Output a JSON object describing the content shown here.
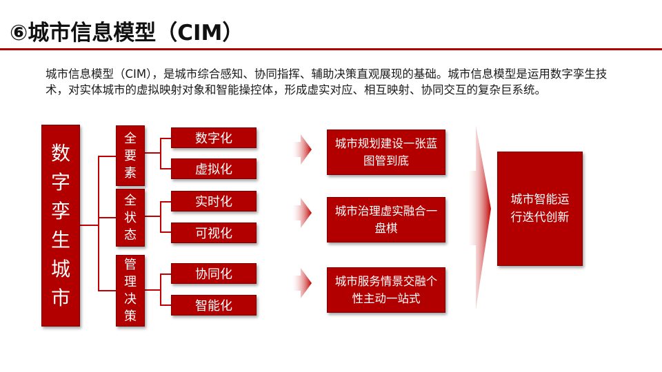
{
  "title": "⑥城市信息模型（CIM）",
  "intro": "城市信息模型（CIM），是城市综合感知、协同指挥、辅助决策直观展现的基础。城市信息模型是运用数字孪生技术，对实体城市的虚拟映射对象和智能操控体，形成虚实对应、相互映射、协同交互的复杂巨系统。",
  "diagram": {
    "root": "数字孪生城市",
    "categories": [
      {
        "label": "全要素",
        "leaves": [
          "数字化",
          "虚拟化"
        ]
      },
      {
        "label": "全状态",
        "leaves": [
          "实时化",
          "可视化"
        ]
      },
      {
        "label": "管理决策",
        "leaves": [
          "协同化",
          "智能化"
        ]
      }
    ],
    "outcomes": [
      "城市规划建设一张蓝图管到底",
      "城市治理虚实融合一盘棋",
      "城市服务情景交融个性主动一站式"
    ],
    "final": "城市智能运行迭代创新",
    "accent_color": "#b20000"
  }
}
